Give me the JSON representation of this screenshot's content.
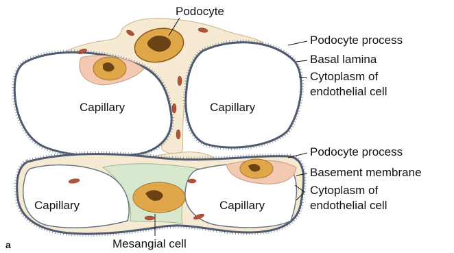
{
  "figure": {
    "panel_letter": "a",
    "labels": {
      "podocyte": "Podocyte",
      "podocyte_process_top": "Podocyte process",
      "basal_lamina": "Basal lamina",
      "cytoplasm_top_line1": "Cytoplasm of",
      "cytoplasm_top_line2": "endothelial cell",
      "podocyte_process_bottom": "Podocyte process",
      "basement_membrane": "Basement membrane",
      "cytoplasm_bottom_line1": "Cytoplasm of",
      "cytoplasm_bottom_line2": "endothelial cell",
      "mesangial_cell": "Mesangial cell",
      "capillary_1": "Capillary",
      "capillary_2": "Capillary",
      "capillary_3": "Capillary",
      "capillary_4": "Capillary"
    },
    "colors": {
      "podocyte_cytoplasm": "#f6ead2",
      "endothelial_cytoplasm": "#f3c9b4",
      "nucleus": "#e0a64a",
      "chromatin": "#6b4212",
      "mitochondria": "#b3523b",
      "mesangial_matrix": "#d8e8cf",
      "basement_membrane": "#4d5a70",
      "foot_processes": "#8f9aa8"
    }
  }
}
